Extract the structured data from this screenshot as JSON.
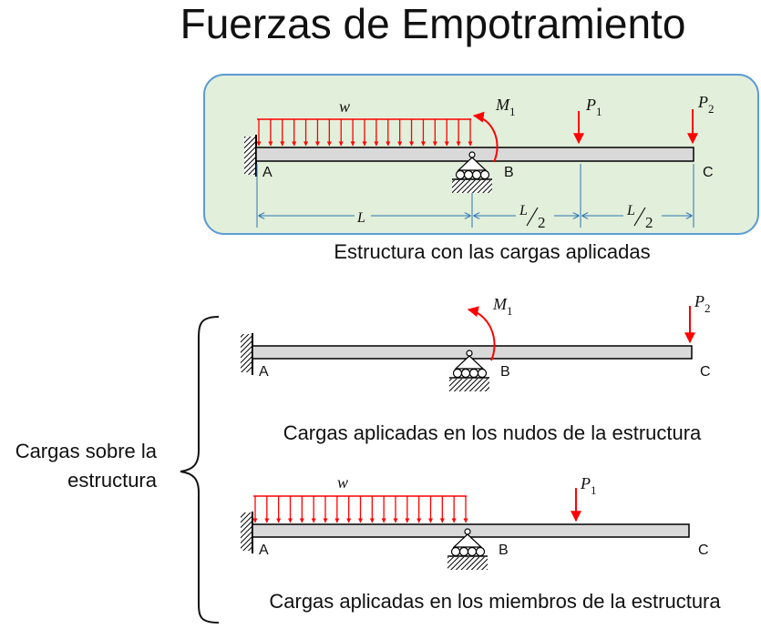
{
  "title": "Fuerzas de Empotramiento",
  "top_panel": {
    "caption": "Estructura con las cargas aplicadas",
    "load_w": "w",
    "moment_label": "M",
    "moment_sub": "1",
    "p1_label": "P",
    "p1_sub": "1",
    "p2_label": "P",
    "p2_sub": "2",
    "node_a": "A",
    "node_b": "B",
    "node_c": "C",
    "dim_l": "L",
    "dim_half_num": "L",
    "dim_half_den": "2",
    "panel_fill": "#e2efda",
    "panel_stroke": "#5b9bd5"
  },
  "side_label_line1": "Cargas sobre la",
  "side_label_line2": "estructura",
  "joint_panel": {
    "caption": "Cargas aplicadas en los nudos de la estructura",
    "moment_label": "M",
    "moment_sub": "1",
    "p2_label": "P",
    "p2_sub": "2",
    "node_a": "A",
    "node_b": "B",
    "node_c": "C"
  },
  "member_panel": {
    "caption": "Cargas aplicadas en los miembros de la estructura",
    "load_w": "w",
    "p1_label": "P",
    "p1_sub": "1",
    "node_a": "A",
    "node_b": "B",
    "node_c": "C"
  },
  "colors": {
    "load_red": "#ff0000",
    "dim_blue": "#2e75b6",
    "beam_fill": "#d9d9d9",
    "load_top_blue": "#1f3f8f"
  }
}
